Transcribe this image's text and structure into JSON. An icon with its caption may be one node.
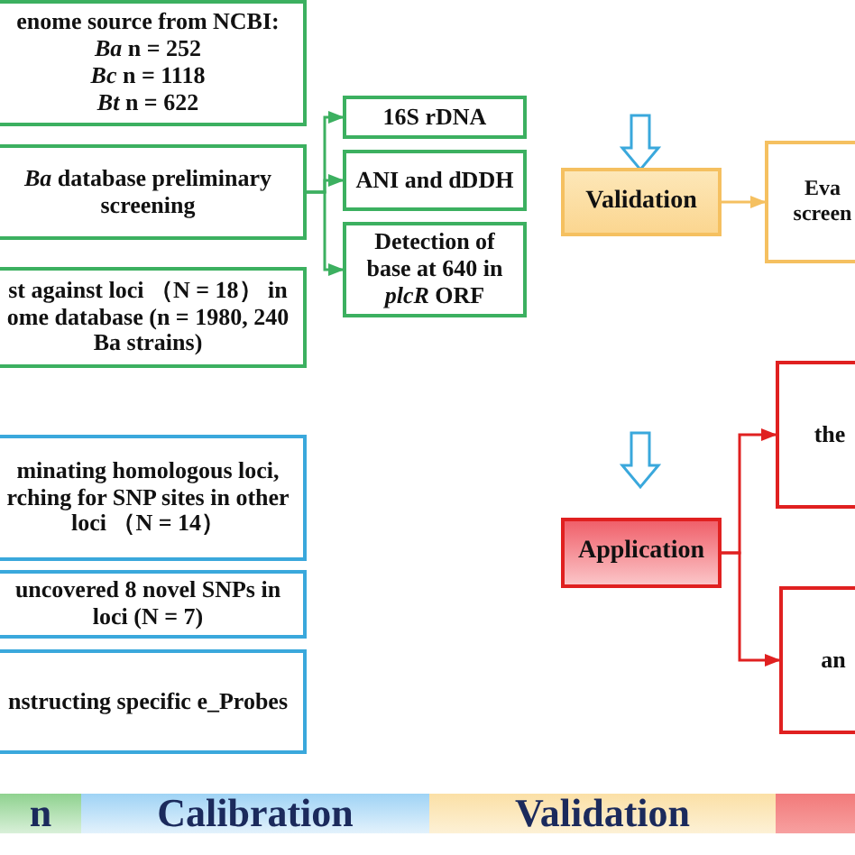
{
  "diagram": {
    "nodes": [
      {
        "text": [
          "enome source from NCBI:",
          "*Ba* n = 252",
          "*Bc* n = 1118",
          "*Bt* n = 622"
        ]
      },
      {
        "text": [
          "*Ba* database preliminary screening"
        ]
      },
      {
        "text": [
          "st against loci （N = 18） in ome database (n = 1980, 240 Ba strains)"
        ]
      },
      {
        "text": [
          "16S rDNA"
        ]
      },
      {
        "text": [
          "ANI and dDDH"
        ]
      },
      {
        "text": [
          "Detection of base at 640 in *plcR* ORF"
        ]
      },
      {
        "text": [
          "Validation"
        ]
      },
      {
        "text": [
          "Eva screen"
        ]
      },
      {
        "text": [
          "the"
        ]
      },
      {
        "text": [
          "Application"
        ]
      },
      {
        "text": [
          "an"
        ]
      },
      {
        "text": [
          "minating homologous loci, rching for SNP sites in other loci （N = 14）"
        ]
      },
      {
        "text": [
          "uncovered 8 novel SNPs in loci (N = 7)"
        ]
      },
      {
        "text": [
          "nstructing specific e_Probes"
        ]
      },
      {
        "text": [
          "n"
        ]
      },
      {
        "text": [
          "Calibration"
        ]
      },
      {
        "text": [
          "Validation"
        ]
      },
      {
        "text": [],
        "shape": "bar"
      }
    ],
    "edges": [
      {
        "from": 1,
        "to": 3,
        "arrow": "to"
      },
      {
        "from": 1,
        "to": 4,
        "arrow": "to"
      },
      {
        "from": 1,
        "to": 5,
        "arrow": "to"
      },
      {
        "from": 6,
        "to": 7,
        "arrow": "to",
        "color": "#f5c060"
      },
      {
        "from": 9,
        "to": 8,
        "arrow": "to",
        "color": "#e02020"
      },
      {
        "from": 9,
        "to": 10,
        "arrow": "to",
        "color": "#e02020"
      }
    ]
  }
}
